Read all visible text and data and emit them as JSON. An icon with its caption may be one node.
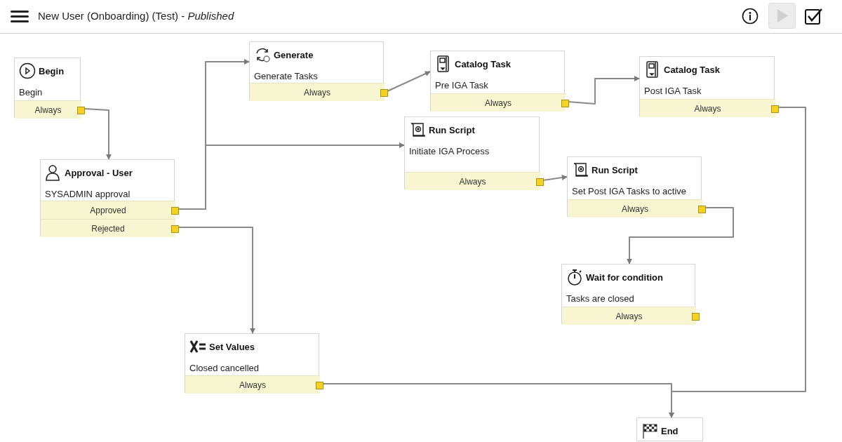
{
  "diagram": {
    "title": "New User (Onboarding) (Test) - *Published*",
    "nodes": [
      {
        "text": [
          "Begin",
          "Begin"
        ]
      },
      {
        "text": [
          "Always"
        ],
        "in": 0
      },
      {
        "text": [
          "Approval - User",
          "SYSADMIN approval"
        ]
      },
      {
        "text": [
          "Approved"
        ],
        "in": 2
      },
      {
        "text": [
          "Rejected"
        ],
        "in": 2
      },
      {
        "text": [
          "Generate",
          "Generate Tasks"
        ]
      },
      {
        "text": [
          "Always"
        ],
        "in": 5
      },
      {
        "text": [
          "Catalog Task",
          "Pre IGA Task"
        ]
      },
      {
        "text": [
          "Always"
        ],
        "in": 7
      },
      {
        "text": [
          "Catalog Task",
          "Post IGA Task"
        ]
      },
      {
        "text": [
          "Always"
        ],
        "in": 9
      },
      {
        "text": [
          "Run Script",
          "Initiate IGA Process"
        ]
      },
      {
        "text": [
          "Always"
        ],
        "in": 11
      },
      {
        "text": [
          "Run Script",
          "Set Post IGA Tasks to active"
        ]
      },
      {
        "text": [
          "Always"
        ],
        "in": 13
      },
      {
        "text": [
          "Wait for condition",
          "Tasks are closed"
        ]
      },
      {
        "text": [
          "Always"
        ],
        "in": 15
      },
      {
        "text": [
          "Set Values",
          "Closed cancelled"
        ]
      },
      {
        "text": [
          "Always"
        ],
        "in": 17
      },
      {
        "text": [
          "End"
        ]
      }
    ],
    "edges": [
      {
        "from": 1,
        "to": 2,
        "arrow": "to"
      },
      {
        "from": 3,
        "to": 5,
        "arrow": "to"
      },
      {
        "from": 3,
        "to": 11,
        "arrow": "to"
      },
      {
        "from": 4,
        "to": 17,
        "arrow": "to"
      },
      {
        "from": 6,
        "to": 7,
        "arrow": "to"
      },
      {
        "from": 8,
        "to": 9,
        "arrow": "to"
      },
      {
        "from": 10,
        "to": 19,
        "arrow": "to"
      },
      {
        "from": 12,
        "to": 13,
        "arrow": "to"
      },
      {
        "from": 14,
        "to": 15,
        "arrow": "to"
      },
      {
        "from": 18,
        "to": 19,
        "arrow": "to"
      }
    ]
  }
}
